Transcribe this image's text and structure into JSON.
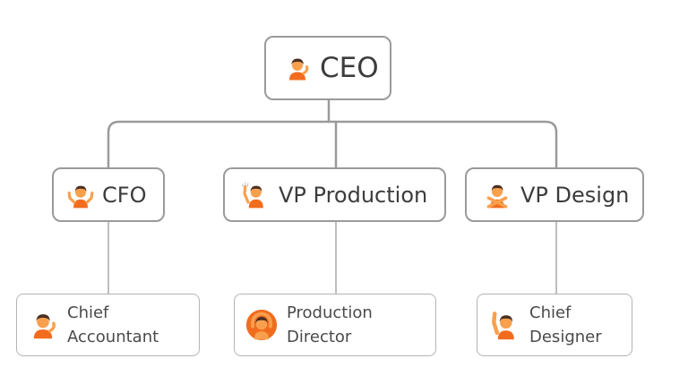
{
  "colors": {
    "connector": "#9a9a9a",
    "skin": "#F9A04F",
    "hair": "#4A2F22",
    "accent_background": "#F26C1E"
  },
  "org_chart": {
    "root": {
      "label": "CEO",
      "icon": "person-tipping-hand-icon"
    },
    "vps": [
      {
        "label": "CFO",
        "icon": "person-shrugging-icon"
      },
      {
        "label": "VP Production",
        "icon": "person-raising-hand-icon"
      },
      {
        "label": "VP Design",
        "icon": "person-gesturing-no-icon"
      }
    ],
    "reports": [
      {
        "line1": "Chief",
        "line2": "Accountant",
        "icon": "person-tipping-hand-icon"
      },
      {
        "line1": "Production",
        "line2": "Director",
        "icon": "person-gesturing-ok-icon"
      },
      {
        "line1": "Chief",
        "line2": "Designer",
        "icon": "person-raising-hand-icon"
      }
    ]
  }
}
